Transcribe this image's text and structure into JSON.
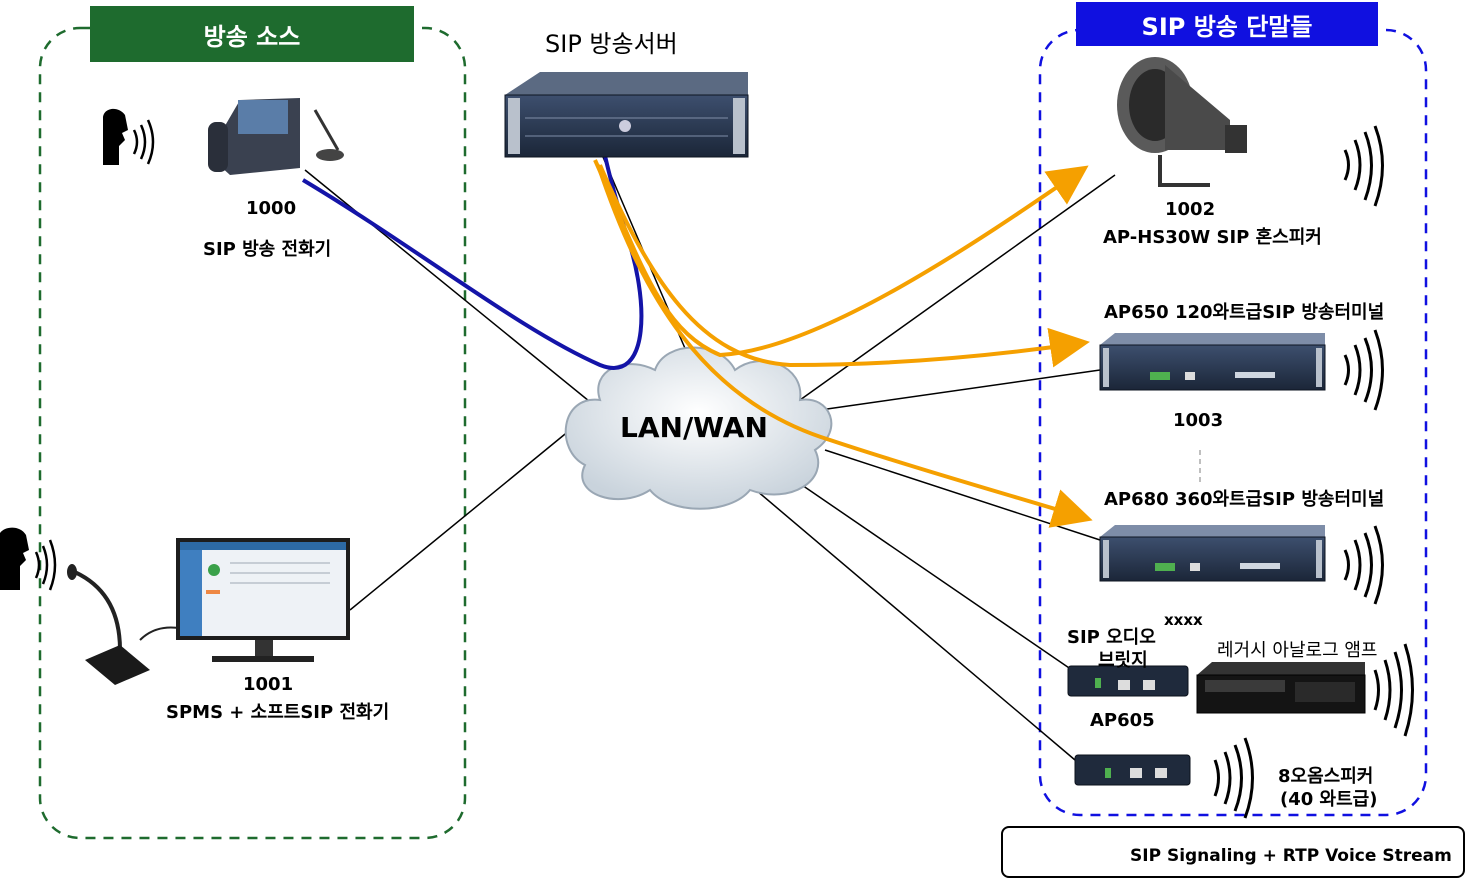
{
  "groups": {
    "source_title": "방송 소스",
    "terminals_title": "SIP 방송 단말들",
    "server_title": "SIP 방송서버"
  },
  "cloud_label": "LAN/WAN",
  "devices": {
    "phone_ext": "1000",
    "phone_name": "SIP 방송 전화기",
    "pc_ext": "1001",
    "pc_name": "SPMS +  소프트SIP 전화기",
    "horn_ext": "1002",
    "horn_name": "AP-HS30W SIP 혼스피커",
    "ap650_name": "AP650 120와트급SIP 방송터미널",
    "ap650_ext": "1003",
    "ap680_name": "AP680 360와트급SIP 방송터미널",
    "bridge_name_line1": "SIP 오디오",
    "bridge_name_line2": "브릿지",
    "bridge_ext": "xxxx",
    "bridge_model": "AP605",
    "legacy_amp": "레거시 아날로그 앰프",
    "speaker_line1": "8오옴스피커",
    "speaker_line2": "(40 와트급)"
  },
  "legend": {
    "label": "SIP Signaling + RTP Voice Stream"
  },
  "colors": {
    "source_green": "#1e6b2e",
    "terminals_blue": "#1010e0",
    "signal_blue": "#1414a8",
    "audio_orange": "#f5a000"
  }
}
